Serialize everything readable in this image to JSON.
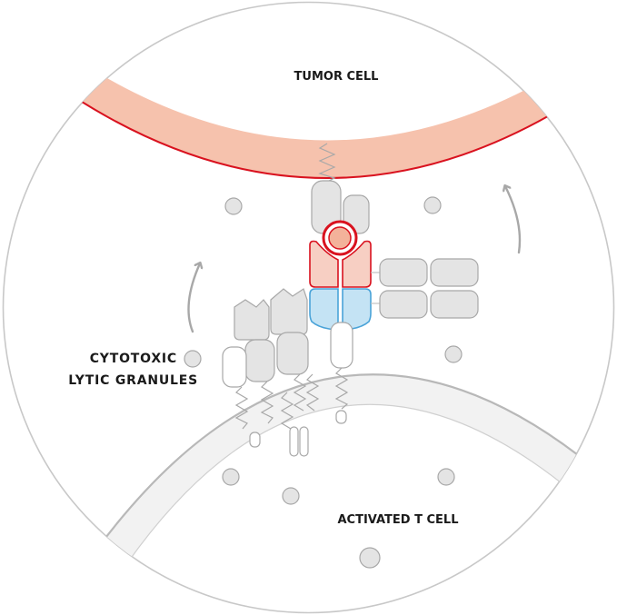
{
  "labels": {
    "tumor_cell": "TUMOR CELL",
    "granules_line1": "CYTOTOXIC",
    "granules_line2": "LYTIC GRANULES",
    "t_cell": "ACTIVATED T CELL"
  },
  "colors": {
    "outline": "#c8c8c8",
    "tumor_membrane_fill": "#f6c2ad",
    "tumor_membrane_edge": "#d9121f",
    "tcell_membrane_fill": "#f2f2f2",
    "tcell_membrane_edge": "#b8b8b8",
    "protein_fill": "#e4e4e4",
    "protein_stroke": "#a8a8a8",
    "antigen_fill": "#f3b29a",
    "antigen_ring": "#d9121f",
    "red_domain_fill": "#f7cfc3",
    "blue_domain_fill": "#c4e3f4",
    "blue_domain_stroke": "#4aa3d8",
    "arrow": "#a8a8a8"
  }
}
